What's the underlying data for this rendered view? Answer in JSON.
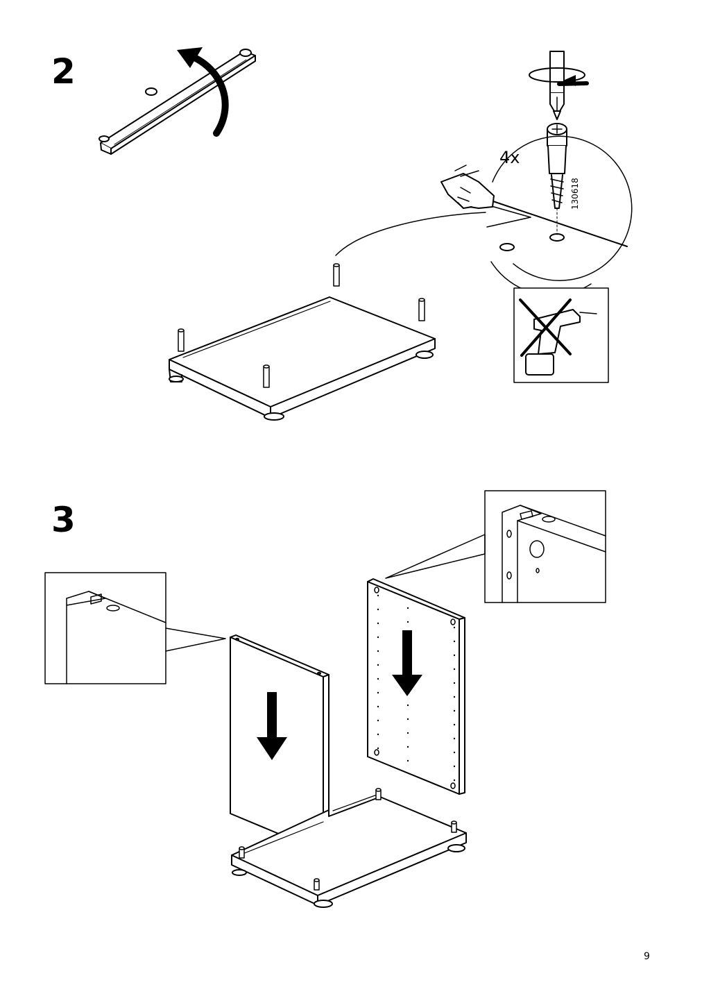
{
  "steps": [
    {
      "number": "2"
    },
    {
      "number": "3"
    }
  ],
  "callouts": {
    "quantity": "4x",
    "part_number": "130618"
  },
  "page": {
    "number": "9"
  }
}
